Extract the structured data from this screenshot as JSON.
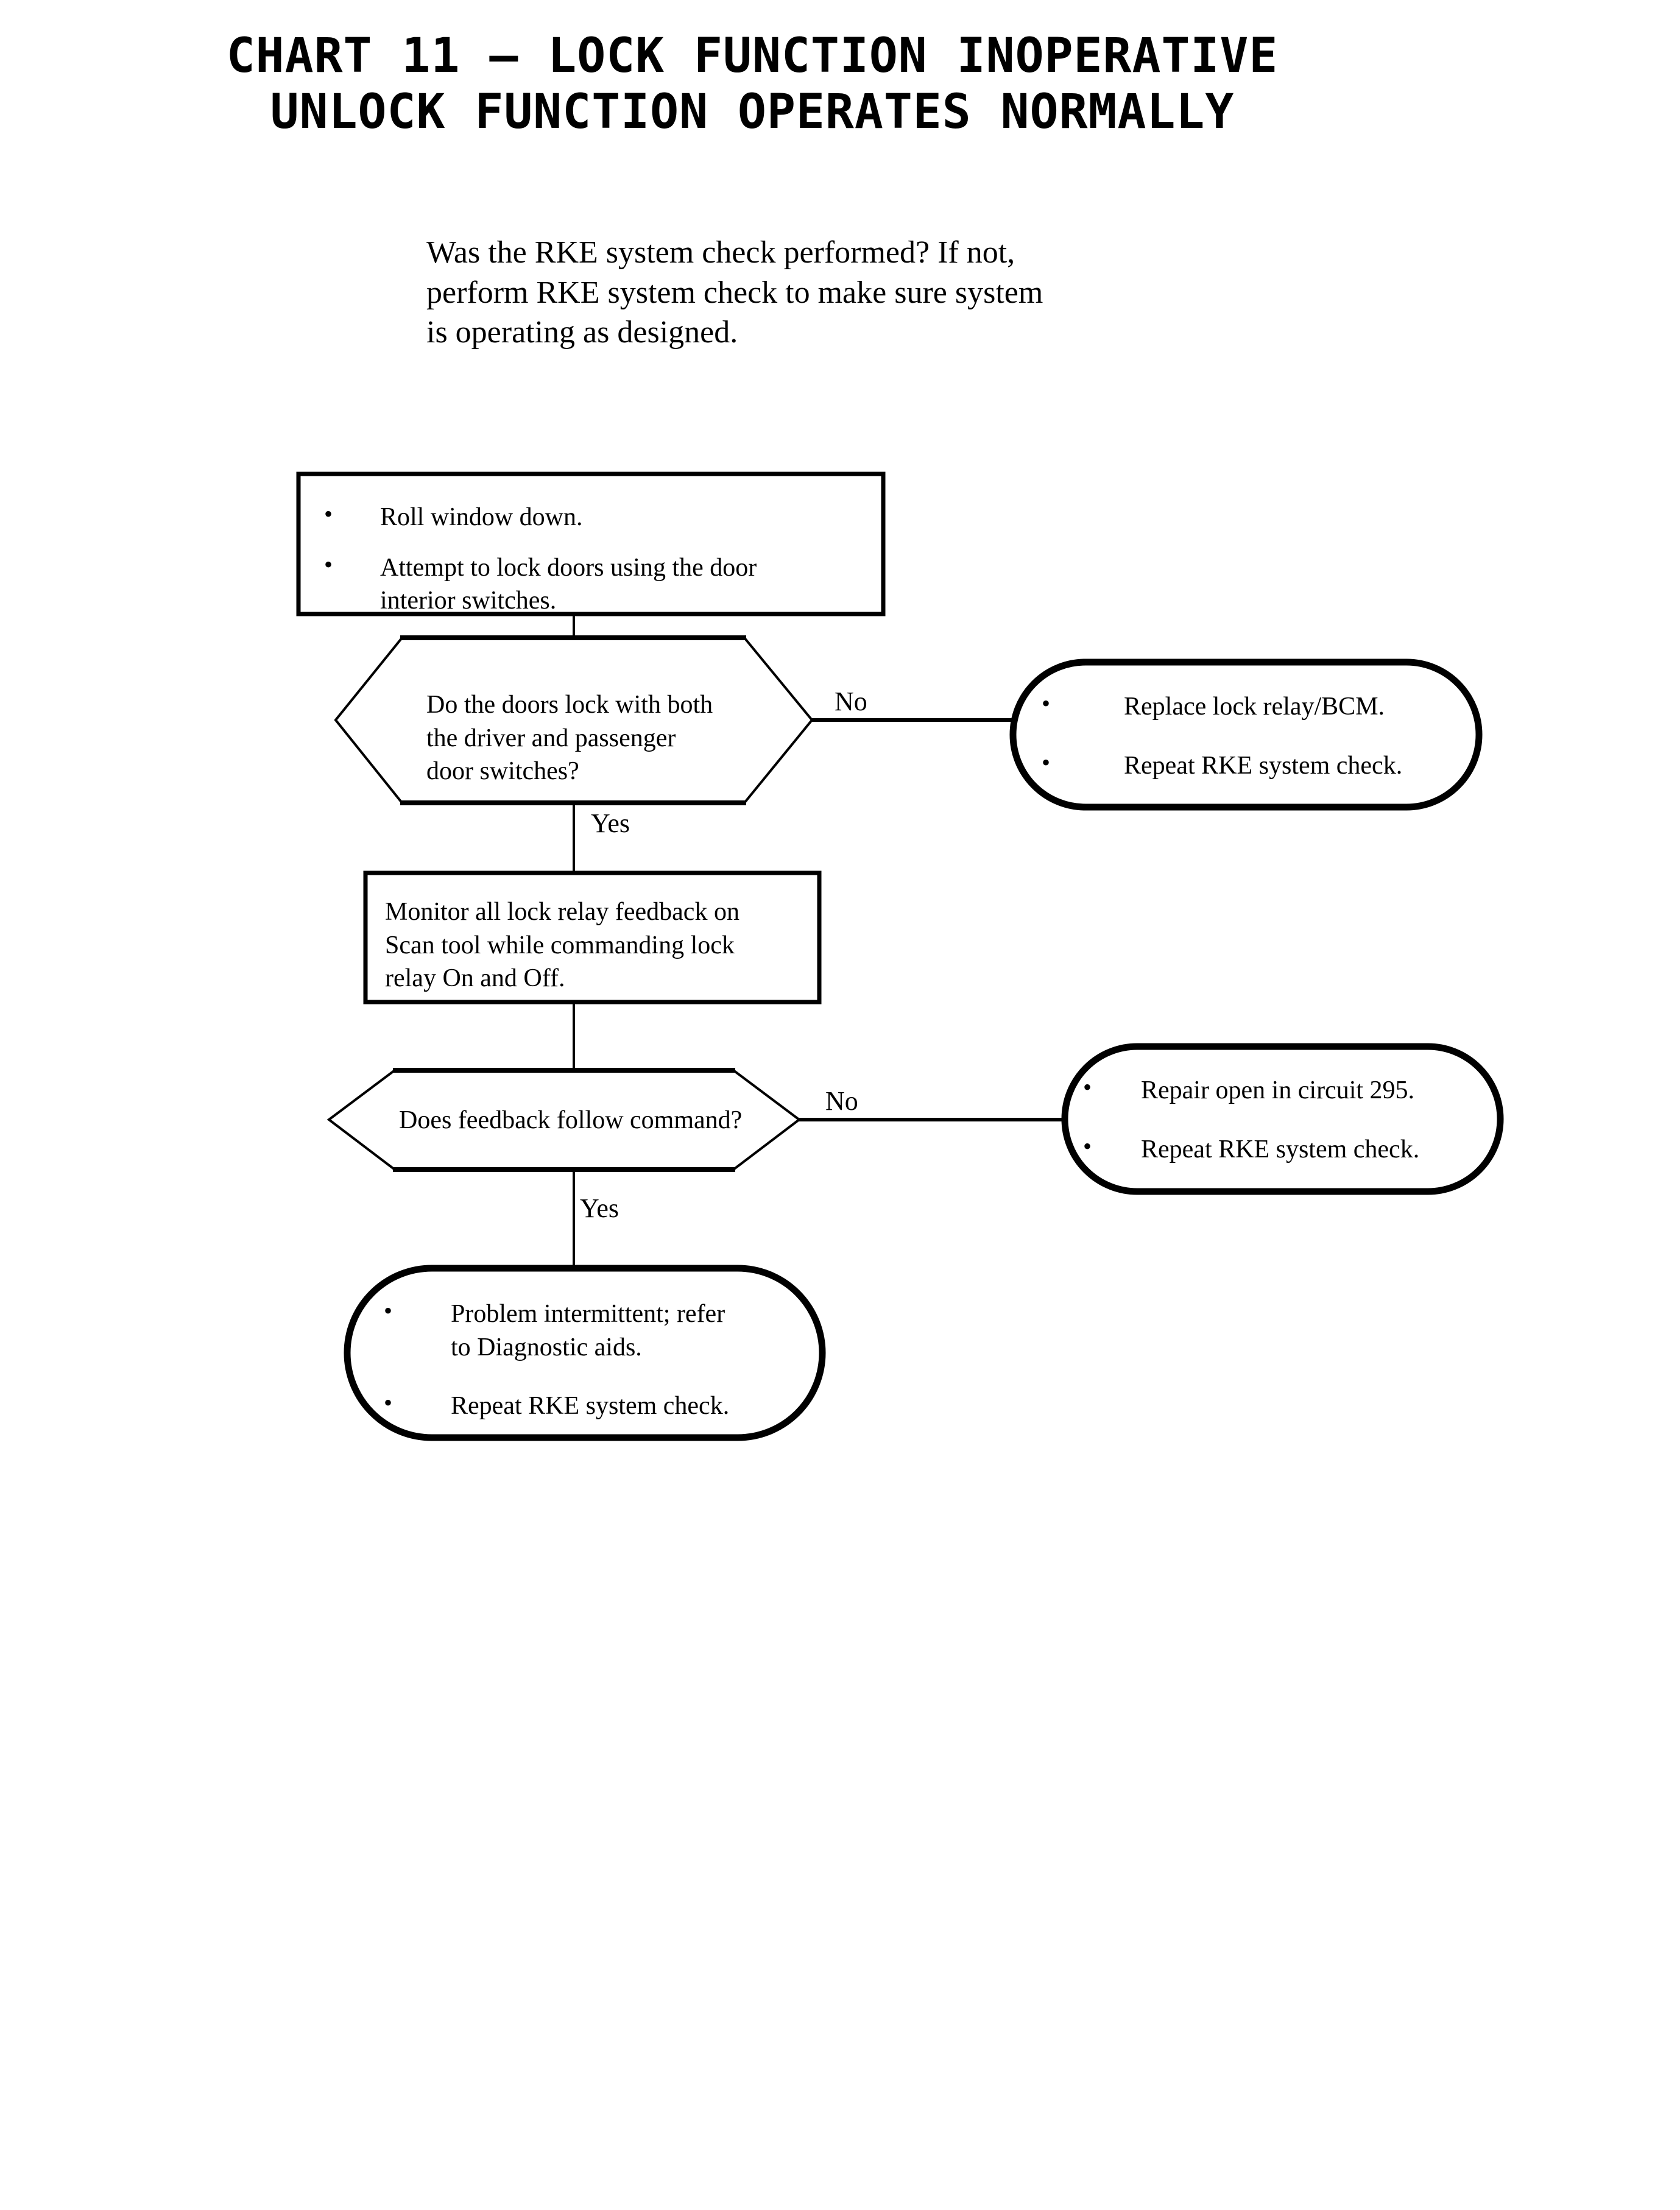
{
  "title": {
    "line1": "CHART 11 – LOCK FUNCTION INOPERATIVE",
    "line2": "UNLOCK FUNCTION OPERATES NORMALLY"
  },
  "intro": {
    "line1": "Was the RKE system check performed? If not,",
    "line2": "perform RKE system check to make sure system",
    "line3": "is operating as designed."
  },
  "chart_data": {
    "type": "flowchart",
    "title": "CHART 11 – LOCK FUNCTION INOPERATIVE / UNLOCK FUNCTION OPERATES NORMALLY",
    "nodes": [
      {
        "id": "n1",
        "shape": "process",
        "bullets": [
          [
            "Roll window down."
          ],
          [
            "Attempt to lock doors using the door",
            "interior switches."
          ]
        ]
      },
      {
        "id": "d1",
        "shape": "decision",
        "lines": [
          "Do the doors lock with both",
          "the driver and passenger",
          "door switches?"
        ]
      },
      {
        "id": "t1",
        "shape": "terminator",
        "bullets": [
          [
            "Replace lock relay/BCM."
          ],
          [
            "Repeat RKE system check."
          ]
        ]
      },
      {
        "id": "n2",
        "shape": "process",
        "lines": [
          "Monitor all lock relay feedback on",
          "Scan tool while commanding lock",
          "relay On and Off."
        ]
      },
      {
        "id": "d2",
        "shape": "decision",
        "lines": [
          "Does feedback follow command?"
        ]
      },
      {
        "id": "t2",
        "shape": "terminator",
        "bullets": [
          [
            "Repair open in circuit 295."
          ],
          [
            "Repeat RKE system check."
          ]
        ]
      },
      {
        "id": "t3",
        "shape": "terminator",
        "bullets": [
          [
            "Problem intermittent; refer",
            "to Diagnostic aids."
          ],
          [
            "Repeat RKE system check."
          ]
        ]
      }
    ],
    "edges": [
      {
        "from": "n1",
        "to": "d1",
        "label": ""
      },
      {
        "from": "d1",
        "to": "t1",
        "label": "No"
      },
      {
        "from": "d1",
        "to": "n2",
        "label": "Yes"
      },
      {
        "from": "n2",
        "to": "d2",
        "label": ""
      },
      {
        "from": "d2",
        "to": "t2",
        "label": "No"
      },
      {
        "from": "d2",
        "to": "t3",
        "label": "Yes"
      }
    ]
  },
  "nodes": {
    "n1": {
      "b1l1": "Roll window down.",
      "b2l1": "Attempt to lock doors using the door",
      "b2l2": "interior switches.",
      "bullet": "•"
    },
    "d1": {
      "l1": "Do the doors lock with both",
      "l2": "the driver and passenger",
      "l3": "door switches?"
    },
    "t1": {
      "b1l1": "Replace lock relay/BCM.",
      "b2l1": "Repeat RKE system check.",
      "bullet": "•"
    },
    "n2": {
      "l1": "Monitor all lock relay feedback on",
      "l2": "Scan tool while commanding lock",
      "l3": "relay On and Off."
    },
    "d2": {
      "l1": "Does feedback follow command?"
    },
    "t2": {
      "b1l1": "Repair open in circuit 295.",
      "b2l1": "Repeat RKE system check.",
      "bullet": "•"
    },
    "t3": {
      "b1l1": "Problem intermittent; refer",
      "b1l2": "to Diagnostic aids.",
      "b2l1": "Repeat RKE system check.",
      "bullet": "•"
    }
  },
  "edge_labels": {
    "d1_no": "No",
    "d1_yes": "Yes",
    "d2_no": "No",
    "d2_yes": "Yes"
  },
  "colors": {
    "ink": "#000000",
    "paper": "#ffffff"
  }
}
